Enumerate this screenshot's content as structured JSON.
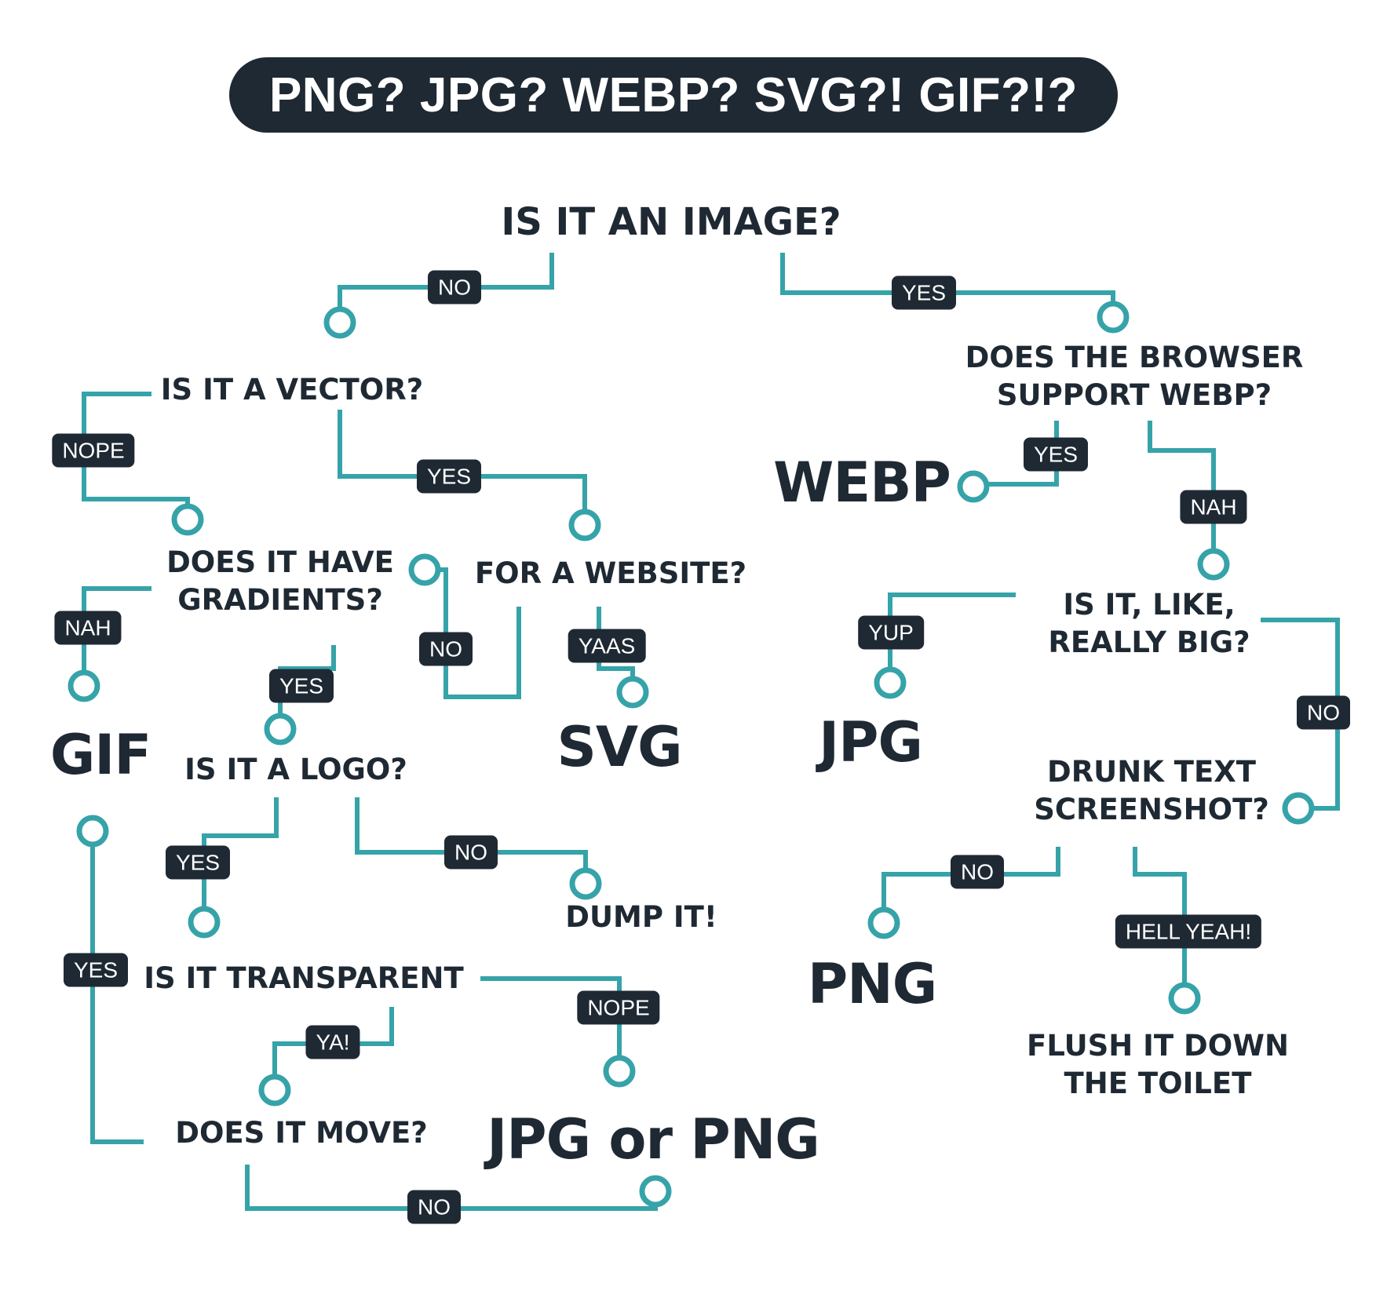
{
  "title": "PNG? JPG? WEBP? SVG?! GIF?!?",
  "questions": {
    "is_image": "IS IT AN IMAGE?",
    "is_vector": "IS IT A VECTOR?",
    "browser_webp_1": "DOES THE BROWSER",
    "browser_webp_2": "SUPPORT WEBP?",
    "gradients_1": "DOES IT HAVE",
    "gradients_2": "GRADIENTS?",
    "for_website": "FOR A WEBSITE?",
    "really_big_1": "IS IT, LIKE,",
    "really_big_2": "REALLY BIG?",
    "is_logo": "IS IT A LOGO?",
    "drunk_text_1": "DRUNK TEXT",
    "drunk_text_2": "SCREENSHOT?",
    "dump_it": "DUMP IT!",
    "transparent": "IS IT TRANSPARENT",
    "flush_1": "FLUSH IT DOWN",
    "flush_2": "THE TOILET",
    "does_move": "DOES IT MOVE?"
  },
  "answers": {
    "webp": "WEBP",
    "gif": "GIF",
    "svg": "SVG",
    "jpg": "JPG",
    "png": "PNG",
    "jpg_or_png": "JPG or PNG"
  },
  "labels": {
    "image_no": "NO",
    "image_yes": "YES",
    "vector_nope": "NOPE",
    "vector_yes": "YES",
    "browser_yes": "YES",
    "browser_nah": "NAH",
    "gradients_nah": "NAH",
    "gradients_yes": "YES",
    "website_no": "NO",
    "website_yaas": "YAAS",
    "big_yup": "YUP",
    "big_no": "NO",
    "logo_yes": "YES",
    "logo_no": "NO",
    "drunk_no": "NO",
    "drunk_hell_yeah": "HELL YEAH!",
    "transparent_nope": "NOPE",
    "transparent_ya": "YA!",
    "move_yes": "YES",
    "move_no": "NO"
  },
  "colors": {
    "wire": "#36a3a9",
    "dark": "#1f2933",
    "background": "#ffffff"
  }
}
